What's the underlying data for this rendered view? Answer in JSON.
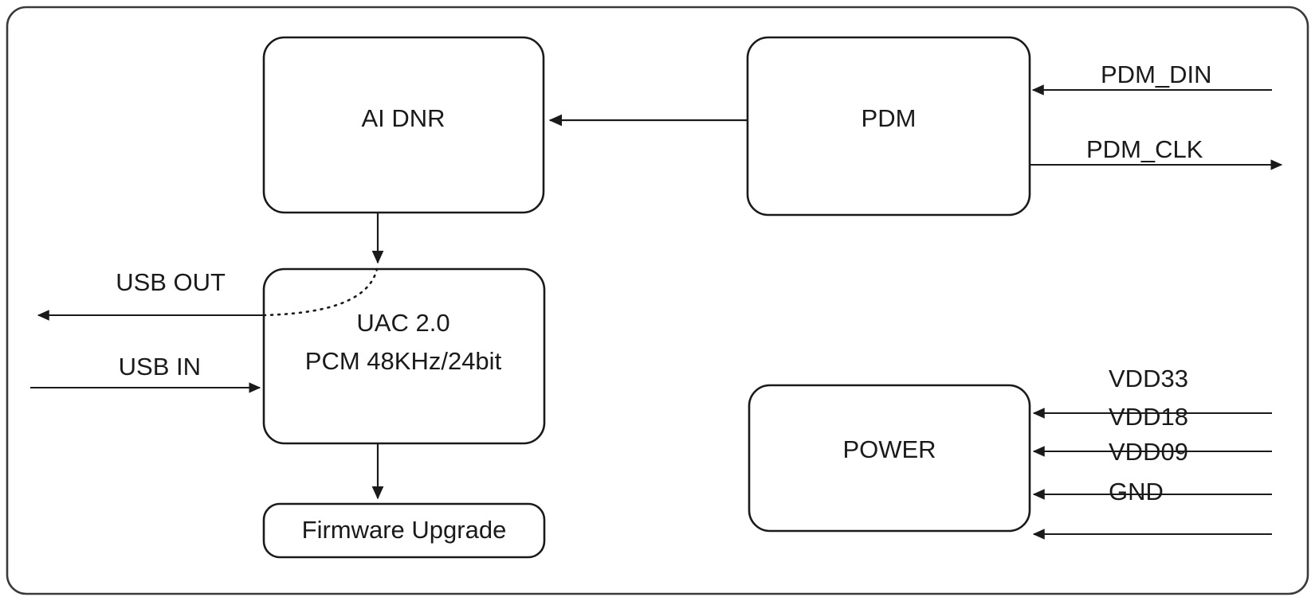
{
  "diagram": {
    "title": "Audio SoC Block Diagram",
    "type": "block-diagram",
    "colors": {
      "background": "#ffffff",
      "stroke": "#1a1a1a",
      "outer_stroke": "#3a3a3a"
    },
    "blocks": [
      {
        "id": "ai-dnr",
        "label": "AI DNR"
      },
      {
        "id": "pdm",
        "label": "PDM"
      },
      {
        "id": "uac",
        "label_line1": "UAC 2.0",
        "label_line2": "PCM 48KHz/24bit"
      },
      {
        "id": "power",
        "label": "POWER"
      },
      {
        "id": "firmware",
        "label": "Firmware Upgrade"
      }
    ],
    "signals": {
      "left": [
        {
          "id": "usb-out",
          "label": "USB OUT",
          "direction": "out"
        },
        {
          "id": "usb-in",
          "label": "USB IN",
          "direction": "in"
        }
      ],
      "right_top": [
        {
          "id": "pdm-din",
          "label": "PDM_DIN",
          "direction": "in"
        },
        {
          "id": "pdm-clk",
          "label": "PDM_CLK",
          "direction": "out"
        }
      ],
      "right_bottom": [
        {
          "id": "vdd33",
          "label": "VDD33",
          "direction": "in"
        },
        {
          "id": "vdd18",
          "label": "VDD18",
          "direction": "in"
        },
        {
          "id": "vdd09",
          "label": "VDD09",
          "direction": "in"
        },
        {
          "id": "gnd",
          "label": "GND",
          "direction": "in"
        }
      ]
    },
    "connections": [
      {
        "id": "pdm-to-aidnr",
        "from": "pdm",
        "to": "ai-dnr",
        "style": "solid-arrow"
      },
      {
        "id": "aidnr-to-uac",
        "from": "ai-dnr",
        "to": "uac",
        "style": "solid-arrow"
      },
      {
        "id": "uac-to-fw",
        "from": "uac",
        "to": "firmware",
        "style": "solid-arrow"
      },
      {
        "id": "uac-internal-path",
        "from": "uac-top",
        "to": "uac-left",
        "style": "dotted-curve"
      }
    ]
  }
}
